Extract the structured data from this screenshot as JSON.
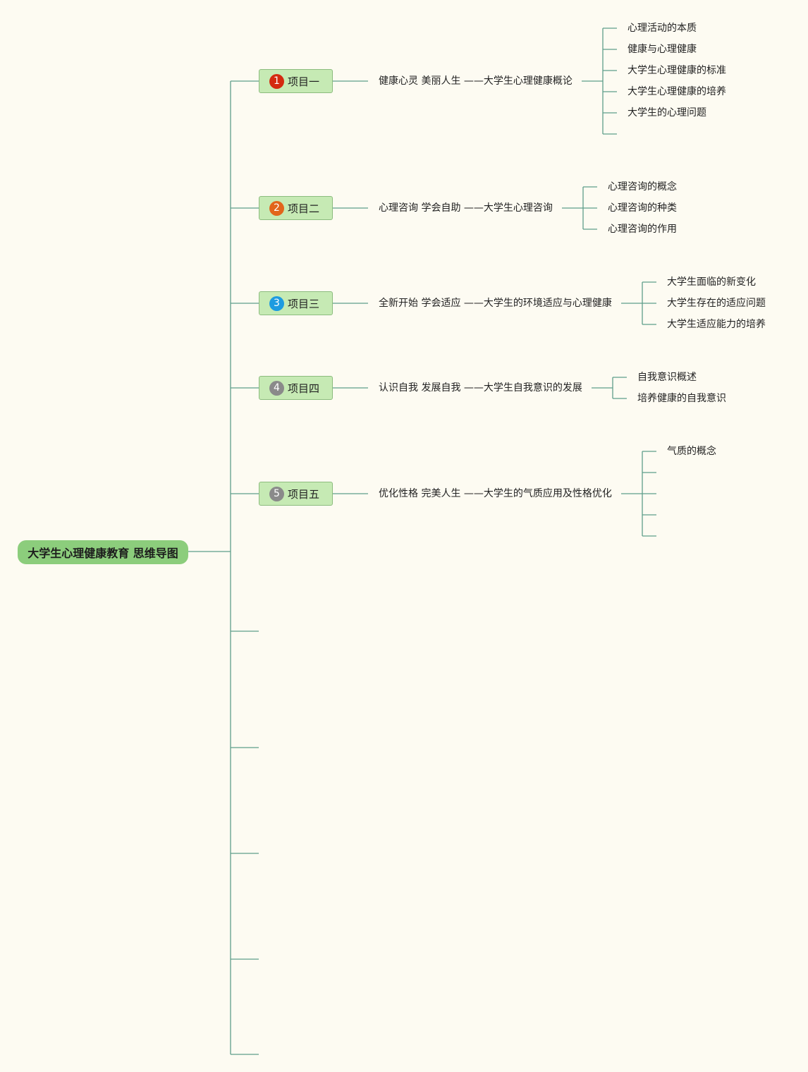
{
  "root": {
    "title": "大学生心理健康教育 思维导图"
  },
  "colors": {
    "line": "#5e9e8a",
    "root_fill": "#8ccd7c",
    "project_fill": "#c6eab4",
    "background": "#fdfbf2"
  },
  "projects": [
    {
      "number": "1",
      "badge_color": "#d42a10",
      "label": "项目一",
      "chapter": "健康心灵 美丽人生 ——大学生心理健康概论",
      "subtopics": [
        "心理活动的本质",
        "健康与心理健康",
        "大学生心理健康的标准",
        "大学生心理健康的培养",
        "大学生的心理问题",
        ""
      ]
    },
    {
      "number": "2",
      "badge_color": "#e2651b",
      "label": "项目二",
      "chapter": "心理咨询 学会自助 ——大学生心理咨询",
      "subtopics": [
        "心理咨询的概念",
        "心理咨询的种类",
        "心理咨询的作用"
      ]
    },
    {
      "number": "3",
      "badge_color": "#1d9be0",
      "label": "项目三",
      "chapter": "全新开始 学会适应 ——大学生的环境适应与心理健康",
      "subtopics": [
        "大学生面临的新变化",
        "大学生存在的适应问题",
        "大学生适应能力的培养"
      ]
    },
    {
      "number": "4",
      "badge_color": "#8a8a8a",
      "label": "项目四",
      "chapter": "认识自我 发展自我 ——大学生自我意识的发展",
      "subtopics": [
        "自我意识概述",
        "培养健康的自我意识"
      ]
    },
    {
      "number": "5",
      "badge_color": "#8a8a8a",
      "label": "项目五",
      "chapter": "优化性格 完美人生 ——大学生的气质应用及性格优化",
      "subtopics": [
        "气质的概念",
        "",
        "",
        "",
        ""
      ]
    }
  ]
}
